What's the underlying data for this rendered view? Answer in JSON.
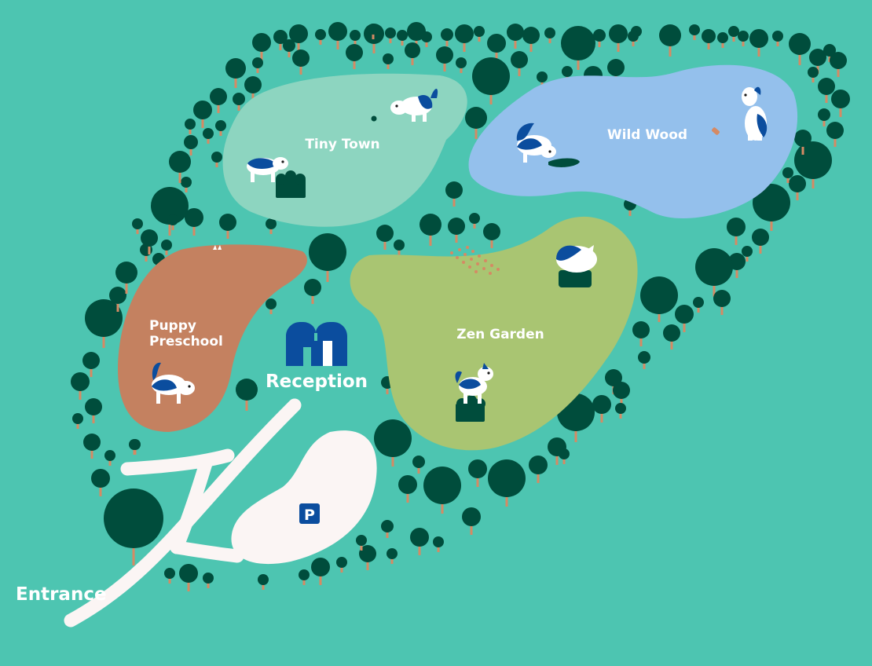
{
  "map": {
    "zones": {
      "tiny_town": "Tiny Town",
      "wild_wood": "Wild Wood",
      "puppy_preschool": [
        "Puppy",
        "Preschool"
      ],
      "zen_garden": "Zen Garden"
    },
    "reception": "Reception",
    "entrance": "Entrance",
    "parking": "P"
  },
  "colors": {
    "background": "#4dc5b1",
    "tiny_town": "#8dd5c0",
    "wild_wood": "#94c0ec",
    "puppy_preschool": "#c48160",
    "zen_garden": "#a9c572",
    "paths": "#fbf5f4",
    "trees": "#004d3c",
    "trunks": "#d58a64",
    "brand_blue": "#0b4d9e"
  },
  "icons": [
    "tree-icon",
    "dog-icon",
    "reception-logo-icon",
    "parking-icon"
  ]
}
